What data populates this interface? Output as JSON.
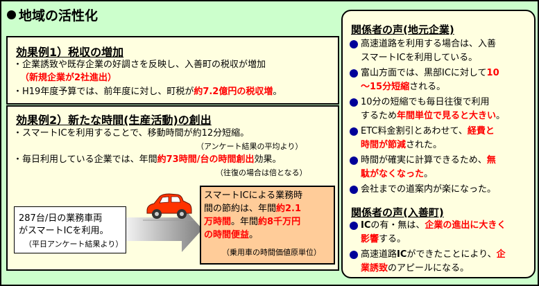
{
  "title": "地域の活性化",
  "ex1": {
    "heading": "効果例1）税収の増加",
    "l1": "・企業誘致や既存企業の好調さを反映し、入善町の税収が増加",
    "l2_red": "（新規企業が2社進出）",
    "l3_pre": "・H19年度予算では、前年度に対し、町税が",
    "l3_red": "約7.2億円の税収増",
    "l3_post": "。"
  },
  "ex2": {
    "heading": "効果例2）新たな時間(生産活動)の創出",
    "l1": "・スマートICを利用することで、移動時間が約12分短縮。",
    "l1_note": "（アンケート結果の平均より）",
    "l2_pre": "・毎日利用している企業では、年間",
    "l2_red": "約73時間/台の時間創出",
    "l2_post": "効果。",
    "l2_note": "（往復の場合は倍となる）",
    "stat_l1": "287台/日の業務車両",
    "stat_l2": "がスマートICを利用。",
    "stat_note": "（平日アンケート結果より）",
    "sav_l1": "スマートICによる業務時",
    "sav_l2_pre": "間の節約は、年間",
    "sav_l2_red": "約2.1",
    "sav_l3_red": "万時間",
    "sav_l3_mid": "。年間",
    "sav_l3_red2": "約8千万円",
    "sav_l4_red": "の時間便益",
    "sav_l4_post": "。",
    "sav_note": "（乗用車の時間価値原単位）"
  },
  "voices_local": {
    "heading": "関係者の声(地元企業)",
    "b1_l1": "高速道路を利用する場合は、入善",
    "b1_l2": "スマートICを利用している。",
    "b2_l1_pre": "富山方面では、黒部ICに対して",
    "b2_l1_red": "10",
    "b2_l2_red": "～15分短縮",
    "b2_l2_post": "される。",
    "b3_l1": "10分の短縮でも毎日往復で利用",
    "b3_l2_pre": "するため",
    "b3_l2_red": "年間単位で見ると大きい",
    "b3_l2_post": "。",
    "b4_l1_pre": "ETC料金割引とあわせて、",
    "b4_l1_red": "経費と",
    "b4_l2_red": "時間が節減",
    "b4_l2_post": "された。",
    "b5_l1_pre": "時間が確実に計算できるため、",
    "b5_l1_red": "無",
    "b5_l2_red": "駄がなくなった",
    "b5_l2_post": "。",
    "b6_l1": "会社までの道案内が楽になった。"
  },
  "voices_town": {
    "heading": "関係者の声(入善町)",
    "b1_l1_bold": "IC",
    "b1_l1_mid": "の有・無は、",
    "b1_l1_red": "企業の進出に大きく",
    "b1_l2_red": "影響",
    "b1_l2_post": "する。",
    "b2_l1_pre": "高速道路",
    "b2_l1_bold": "IC",
    "b2_l1_mid": "ができたことにより、",
    "b2_l1_red": "企",
    "b2_l2_red": "業誘致",
    "b2_l2_post": "のアピールになる。"
  },
  "colors": {
    "background": "#ccffcc",
    "panel": "#ffffe0",
    "highlight": "#ff0000",
    "savings_box": "#ffcc99",
    "bullet": "#000099",
    "car": "#ff3300"
  }
}
